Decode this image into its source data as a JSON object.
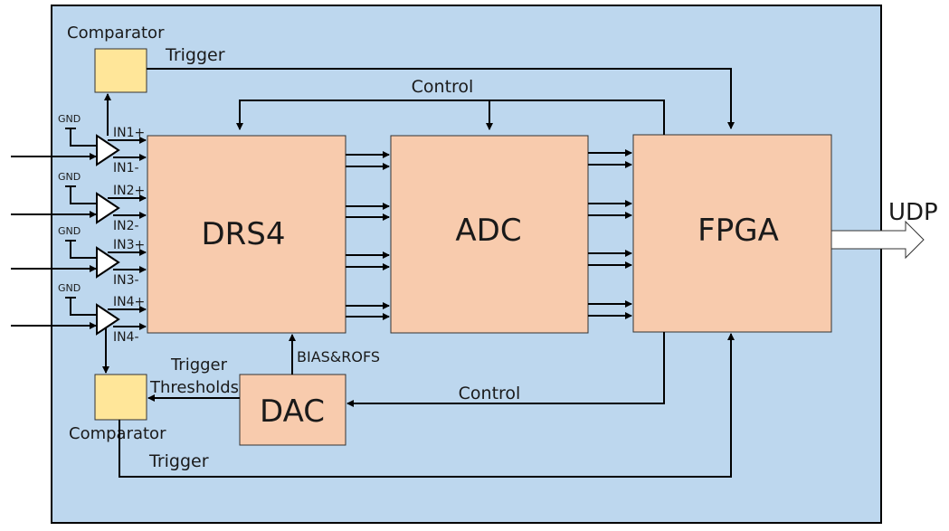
{
  "diagram": {
    "blocks": {
      "drs4": "DRS4",
      "adc": "ADC",
      "fpga": "FPGA",
      "dac": "DAC"
    },
    "comparators": {
      "top_label": "Comparator",
      "bottom_label": "Comparator"
    },
    "signals": {
      "trigger_top": "Trigger",
      "trigger_bottom": "Trigger",
      "control_top": "Control",
      "control_bottom": "Control",
      "bias": "BIAS&ROFS",
      "thresholds_line1": "Trigger",
      "thresholds_line2": "Thresholds",
      "output": "UDP"
    },
    "channels": [
      {
        "gnd": "GND",
        "plus": "IN1+",
        "minus": "IN1-"
      },
      {
        "gnd": "GND",
        "plus": "IN2+",
        "minus": "IN2-"
      },
      {
        "gnd": "GND",
        "plus": "IN3+",
        "minus": "IN3-"
      },
      {
        "gnd": "GND",
        "plus": "IN4+",
        "minus": "IN4-"
      }
    ],
    "colors": {
      "board": "#bdd7ee",
      "block": "#f8cbad",
      "comparator": "#ffe699",
      "line": "#000000"
    }
  }
}
